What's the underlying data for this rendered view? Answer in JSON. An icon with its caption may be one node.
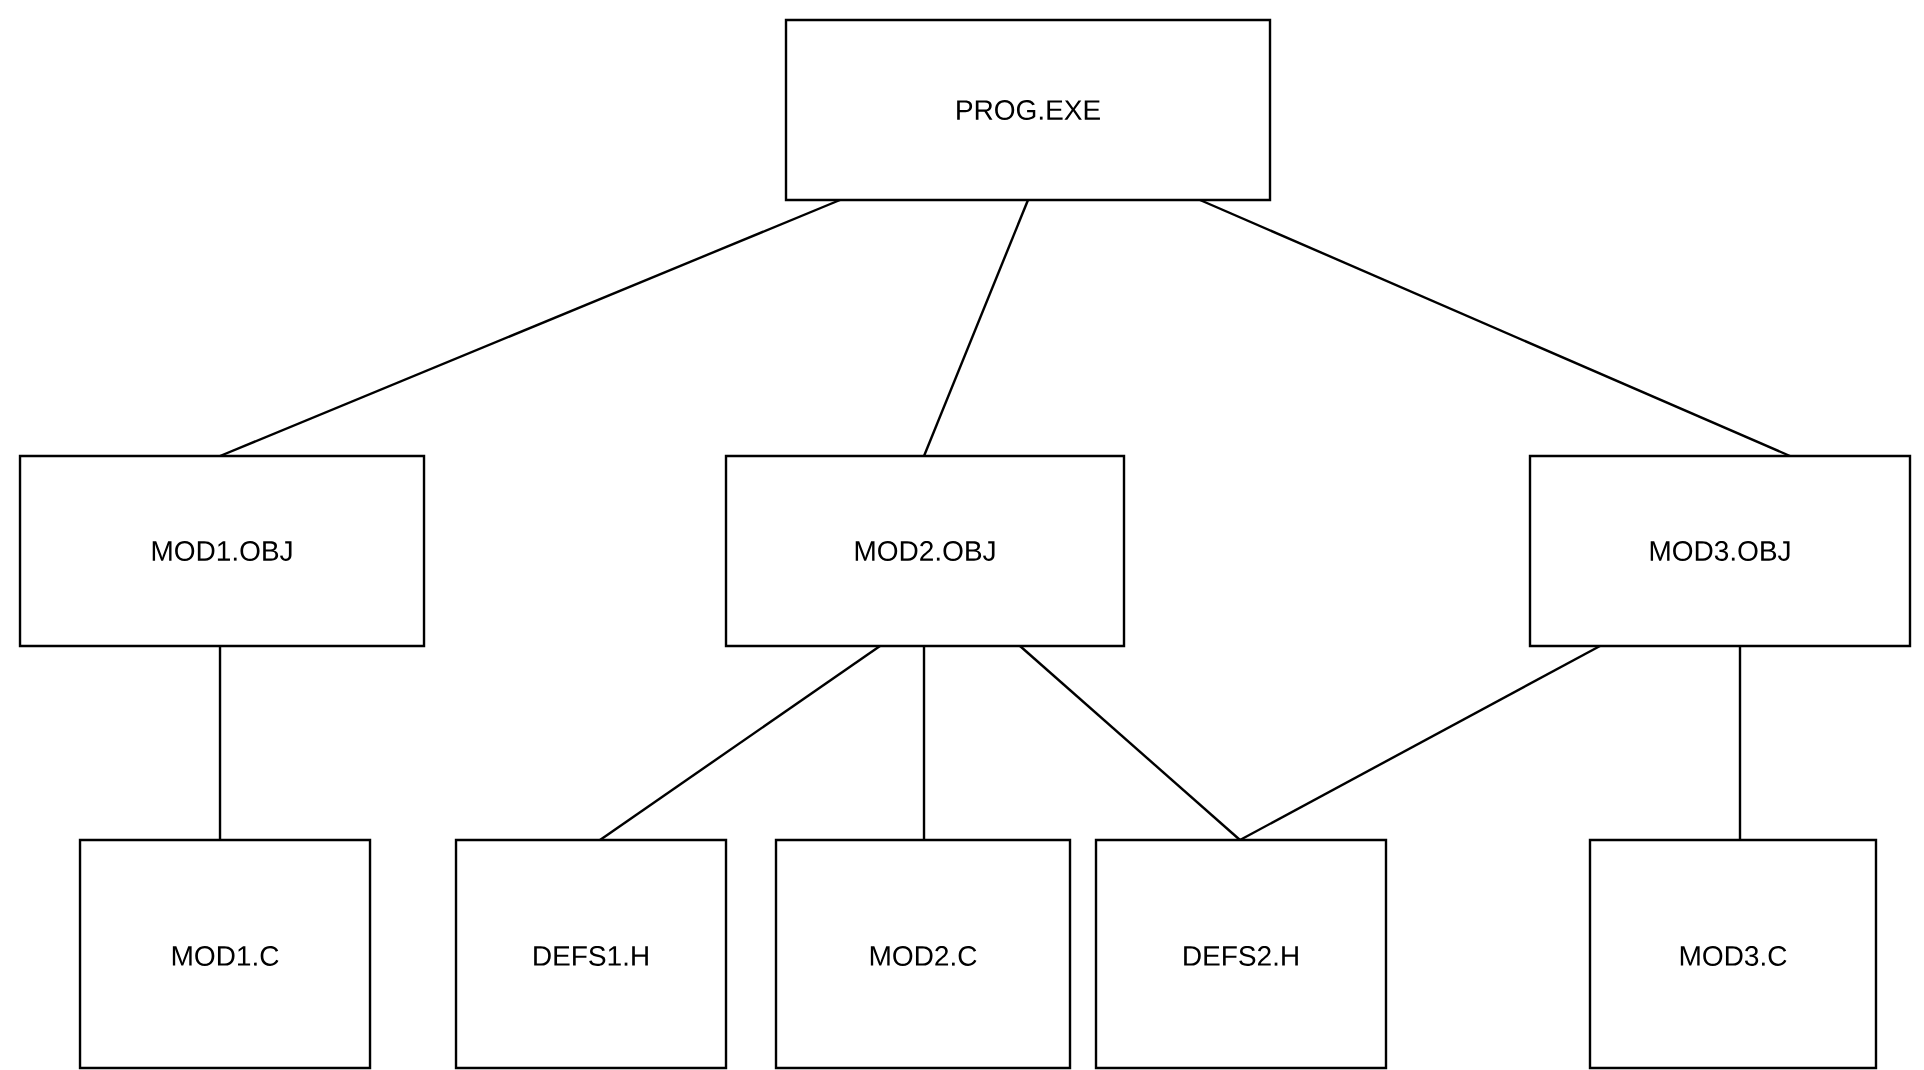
{
  "diagram": {
    "nodes": [
      {
        "text": [
          "PROG.EXE"
        ]
      },
      {
        "text": [
          "MOD1.OBJ"
        ]
      },
      {
        "text": [
          "MOD2.OBJ"
        ]
      },
      {
        "text": [
          "MOD3.OBJ"
        ]
      },
      {
        "text": [
          "MOD1.C"
        ]
      },
      {
        "text": [
          "DEFS1.H"
        ]
      },
      {
        "text": [
          "MOD2.C"
        ]
      },
      {
        "text": [
          "DEFS2.H"
        ]
      },
      {
        "text": [
          "MOD3.C"
        ]
      }
    ],
    "edges": [
      {
        "from": 0,
        "to": 1,
        "arrow": "none"
      },
      {
        "from": 0,
        "to": 2,
        "arrow": "none"
      },
      {
        "from": 0,
        "to": 3,
        "arrow": "none"
      },
      {
        "from": 1,
        "to": 4,
        "arrow": "none"
      },
      {
        "from": 2,
        "to": 5,
        "arrow": "none"
      },
      {
        "from": 2,
        "to": 6,
        "arrow": "none"
      },
      {
        "from": 2,
        "to": 7,
        "arrow": "none"
      },
      {
        "from": 3,
        "to": 7,
        "arrow": "none"
      },
      {
        "from": 3,
        "to": 8,
        "arrow": "none"
      }
    ]
  }
}
